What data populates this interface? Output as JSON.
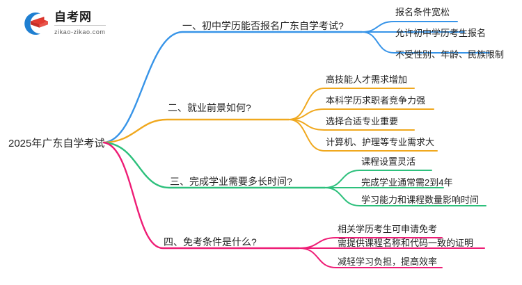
{
  "logo": {
    "name": "自考网",
    "domain": "zikao-zikao.com",
    "mark_icon": "graduation-cap-icon"
  },
  "mindmap": {
    "root": "2025年广东自学考试",
    "colors": {
      "branch1": "#3794e8",
      "branch2": "#f0a81e",
      "branch3": "#2dc07c",
      "branch4": "#ee1d76",
      "text": "#222222"
    },
    "branches": [
      {
        "label": "一、初中学历能否报名广东自学考试?",
        "color": "#3794e8",
        "children": [
          "报名条件宽松",
          "允许初中学历考生报名",
          "不受性别、年龄、民族限制"
        ]
      },
      {
        "label": "二、就业前景如何?",
        "color": "#f0a81e",
        "children": [
          "高技能人才需求增加",
          "本科学历求职者竞争力强",
          "选择合适专业重要",
          "计算机、护理等专业需求大"
        ]
      },
      {
        "label": "三、完成学业需要多长时间?",
        "color": "#2dc07c",
        "children": [
          "课程设置灵活",
          "完成学业通常需2到4年",
          "学习能力和课程数量影响时间"
        ]
      },
      {
        "label": "四、免考条件是什么?",
        "color": "#ee1d76",
        "children": [
          "相关学历考生可申请免考",
          "需提供课程名称和代码一致的证明",
          "减轻学习负担，提高效率"
        ]
      }
    ]
  }
}
